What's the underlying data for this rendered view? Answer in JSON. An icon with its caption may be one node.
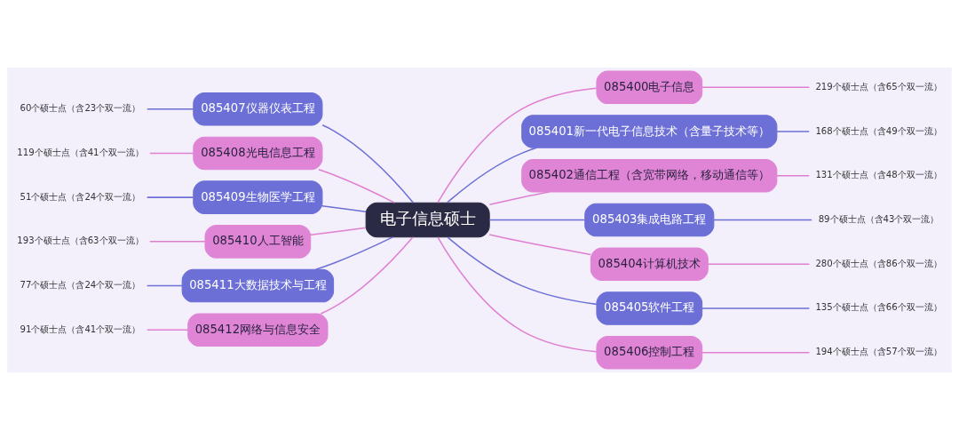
{
  "diagram": {
    "nodes": [
      {
        "text": [
          "电子信息硕士"
        ]
      },
      {
        "text": [
          "085400电子信息"
        ]
      },
      {
        "text": [
          "085401新一代电子信息技术（含量子技术等）"
        ]
      },
      {
        "text": [
          "085402通信工程（含宽带网络，移动通信等）"
        ]
      },
      {
        "text": [
          "085403集成电路工程"
        ]
      },
      {
        "text": [
          "085404计算机技术"
        ]
      },
      {
        "text": [
          "085405软件工程"
        ]
      },
      {
        "text": [
          "085406控制工程"
        ]
      },
      {
        "text": [
          "085407仪器仪表工程"
        ]
      },
      {
        "text": [
          "085408光电信息工程"
        ]
      },
      {
        "text": [
          "085409生物医学工程"
        ]
      },
      {
        "text": [
          "085410人工智能"
        ]
      },
      {
        "text": [
          "085411大数据技术与工程"
        ]
      },
      {
        "text": [
          "085412网络与信息安全"
        ]
      },
      {
        "text": [
          "219个硕士点（含65个双一流）"
        ]
      },
      {
        "text": [
          "168个硕士点（含49个双一流）"
        ]
      },
      {
        "text": [
          "131个硕士点（含48个双一流）"
        ]
      },
      {
        "text": [
          "89个硕士点（含43个双一流）"
        ]
      },
      {
        "text": [
          "280个硕士点（含86个双一流）"
        ]
      },
      {
        "text": [
          "135个硕士点（含66个双一流）"
        ]
      },
      {
        "text": [
          "194个硕士点（含57个双一流）"
        ]
      },
      {
        "text": [
          "60个硕士点（含23个双一流）"
        ]
      },
      {
        "text": [
          "119个硕士点（含41个双一流）"
        ]
      },
      {
        "text": [
          "51个硕士点（含24个双一流）"
        ]
      },
      {
        "text": [
          "193个硕士点（含63个双一流）"
        ]
      },
      {
        "text": [
          "77个硕士点（含24个双一流）"
        ]
      },
      {
        "text": [
          "91个硕士点（含41个双一流）"
        ]
      }
    ],
    "edges": [
      {
        "from": 0,
        "to": 1,
        "arrow": "none",
        "color": "#e07fd0"
      },
      {
        "from": 0,
        "to": 2,
        "arrow": "none",
        "color": "#6c6fd4"
      },
      {
        "from": 0,
        "to": 3,
        "arrow": "none",
        "color": "#e07fd0"
      },
      {
        "from": 0,
        "to": 4,
        "arrow": "none",
        "color": "#6c6fd4"
      },
      {
        "from": 0,
        "to": 5,
        "arrow": "none",
        "color": "#e07fd0"
      },
      {
        "from": 0,
        "to": 6,
        "arrow": "none",
        "color": "#6c6fd4"
      },
      {
        "from": 0,
        "to": 7,
        "arrow": "none",
        "color": "#e07fd0"
      },
      {
        "from": 0,
        "to": 8,
        "arrow": "none",
        "color": "#6c6fd4"
      },
      {
        "from": 0,
        "to": 9,
        "arrow": "none",
        "color": "#e07fd0"
      },
      {
        "from": 0,
        "to": 10,
        "arrow": "none",
        "color": "#6c6fd4"
      },
      {
        "from": 0,
        "to": 11,
        "arrow": "none",
        "color": "#e07fd0"
      },
      {
        "from": 0,
        "to": 12,
        "arrow": "none",
        "color": "#6c6fd4"
      },
      {
        "from": 0,
        "to": 13,
        "arrow": "none",
        "color": "#e07fd0"
      },
      {
        "from": 1,
        "to": 14,
        "arrow": "none",
        "color": "#e07fd0"
      },
      {
        "from": 2,
        "to": 15,
        "arrow": "none",
        "color": "#6c6fd4"
      },
      {
        "from": 3,
        "to": 16,
        "arrow": "none",
        "color": "#e07fd0"
      },
      {
        "from": 4,
        "to": 17,
        "arrow": "none",
        "color": "#6c6fd4"
      },
      {
        "from": 5,
        "to": 18,
        "arrow": "none",
        "color": "#e07fd0"
      },
      {
        "from": 6,
        "to": 19,
        "arrow": "none",
        "color": "#6c6fd4"
      },
      {
        "from": 7,
        "to": 20,
        "arrow": "none",
        "color": "#e07fd0"
      },
      {
        "from": 8,
        "to": 21,
        "arrow": "none",
        "color": "#6c6fd4"
      },
      {
        "from": 9,
        "to": 22,
        "arrow": "none",
        "color": "#e07fd0"
      },
      {
        "from": 10,
        "to": 23,
        "arrow": "none",
        "color": "#6c6fd4"
      },
      {
        "from": 11,
        "to": 24,
        "arrow": "none",
        "color": "#e07fd0"
      },
      {
        "from": 12,
        "to": 25,
        "arrow": "none",
        "color": "#6c6fd4"
      },
      {
        "from": 13,
        "to": 26,
        "arrow": "none",
        "color": "#e07fd0"
      }
    ]
  }
}
